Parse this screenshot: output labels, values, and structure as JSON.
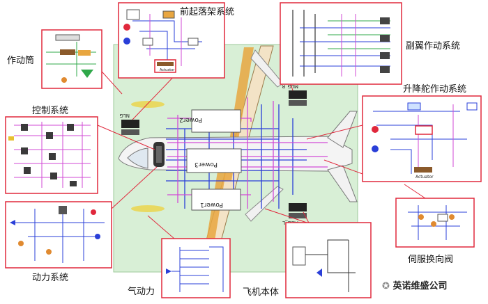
{
  "labels": {
    "front_gear": "前起落架系统",
    "aileron": "副翼作动系统",
    "actuator_cyl": "作动筒",
    "elevator": "升降舵作动系统",
    "control": "控制系统",
    "power_sys": "动力系统",
    "aero": "气动力",
    "airframe": "飞机本体",
    "servo_valve": "伺服换向阀"
  },
  "watermark": "英诺维盛公司",
  "aircraft": {
    "nlg": "NLG",
    "mlg_r": "MLG_R",
    "mlg_l": "MLG_L",
    "power1": "Power1",
    "power2": "Power2",
    "power3": "Power3"
  },
  "inset_texts": {
    "actuator": "Actuator"
  },
  "colors": {
    "frame": "#e0283c",
    "body_bg": "#d8efd6",
    "wire_blue": "#2a3fd8",
    "wire_magenta": "#d24ad6",
    "wing_orange": "#e6a33c"
  }
}
